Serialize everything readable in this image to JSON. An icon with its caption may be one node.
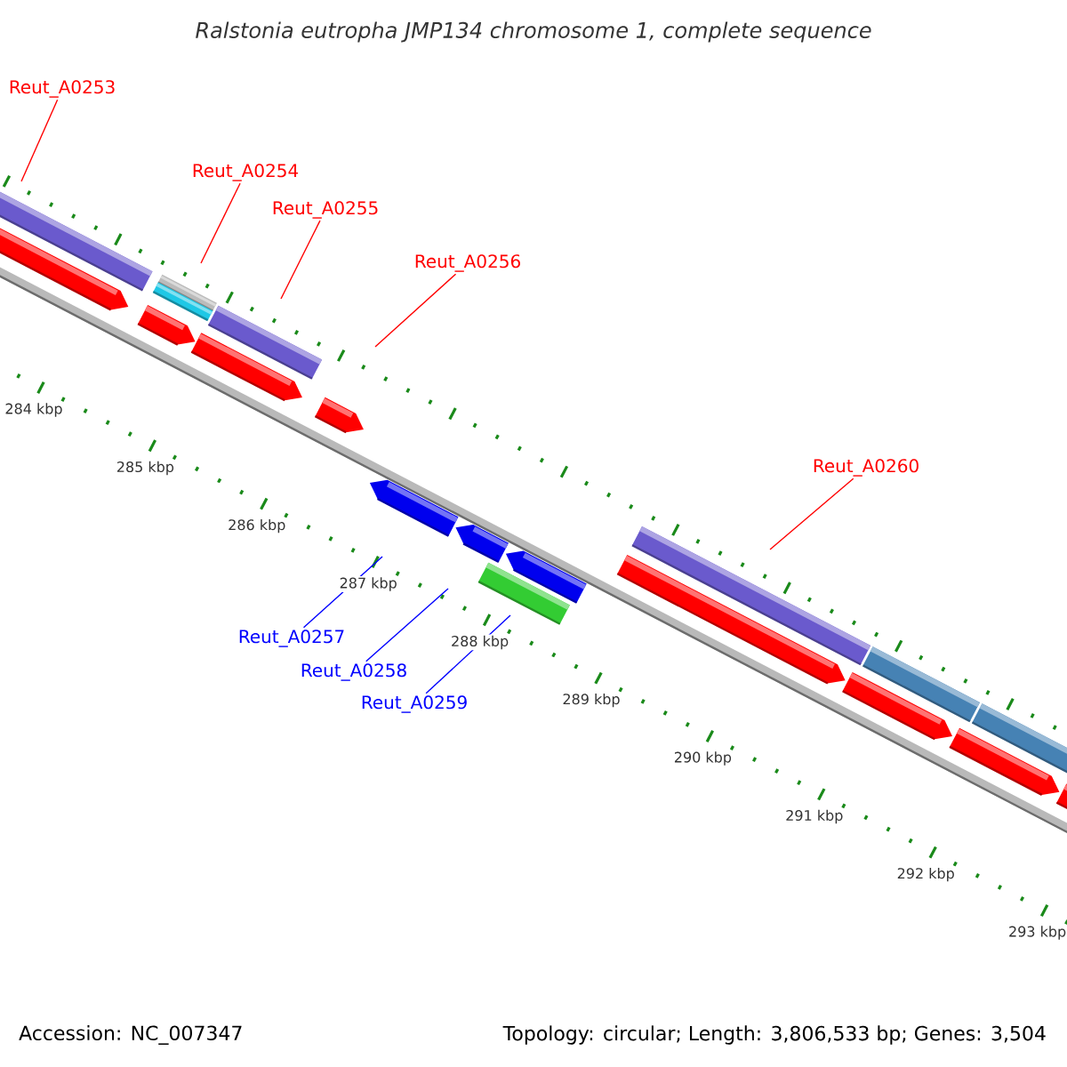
{
  "diagram": {
    "title": "Ralstonia eutropha JMP134 chromosome 1, complete sequence",
    "nodes": [
      {
        "text": [
          "Reut_A0253"
        ]
      },
      {
        "text": [
          "Reut_A0254"
        ]
      },
      {
        "text": [
          "Reut_A0255"
        ]
      },
      {
        "text": [
          "Reut_A0256"
        ]
      },
      {
        "text": [
          "Reut_A0260"
        ]
      },
      {
        "text": [
          "Reut_A0257"
        ]
      },
      {
        "text": [
          "Reut_A0258"
        ]
      },
      {
        "text": [
          "Reut_A0259"
        ]
      }
    ],
    "edges": [
      {
        "from": 0,
        "to": null,
        "arrow": "none"
      },
      {
        "from": 1,
        "to": null,
        "arrow": "none"
      },
      {
        "from": 2,
        "to": null,
        "arrow": "none"
      },
      {
        "from": 3,
        "to": null,
        "arrow": "none"
      },
      {
        "from": 4,
        "to": null,
        "arrow": "none"
      },
      {
        "from": 5,
        "to": null,
        "arrow": "none",
        "color": "#0000ff"
      },
      {
        "from": 6,
        "to": null,
        "arrow": "none",
        "color": "#0000ff"
      },
      {
        "from": 7,
        "to": null,
        "arrow": "none",
        "color": "#0000ff"
      }
    ],
    "labels": [
      "284 kbp",
      "285 kbp",
      "286 kbp",
      "287 kbp",
      "288 kbp",
      "289 kbp",
      "290 kbp",
      "291 kbp",
      "292 kbp",
      "293 kbp",
      "Accession: NC_007347",
      "Topology: circular; Length: 3,806,533 bp; Genes: 3,504"
    ]
  }
}
